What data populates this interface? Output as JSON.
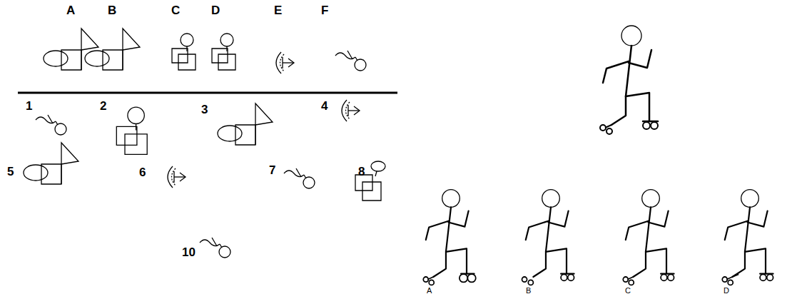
{
  "diagram": {
    "labels": [
      "A",
      "B",
      "C",
      "D",
      "E",
      "F",
      "1",
      "2",
      "3",
      "4",
      "5",
      "6",
      "7",
      "8",
      "10",
      "A",
      "B",
      "C",
      "D"
    ]
  }
}
